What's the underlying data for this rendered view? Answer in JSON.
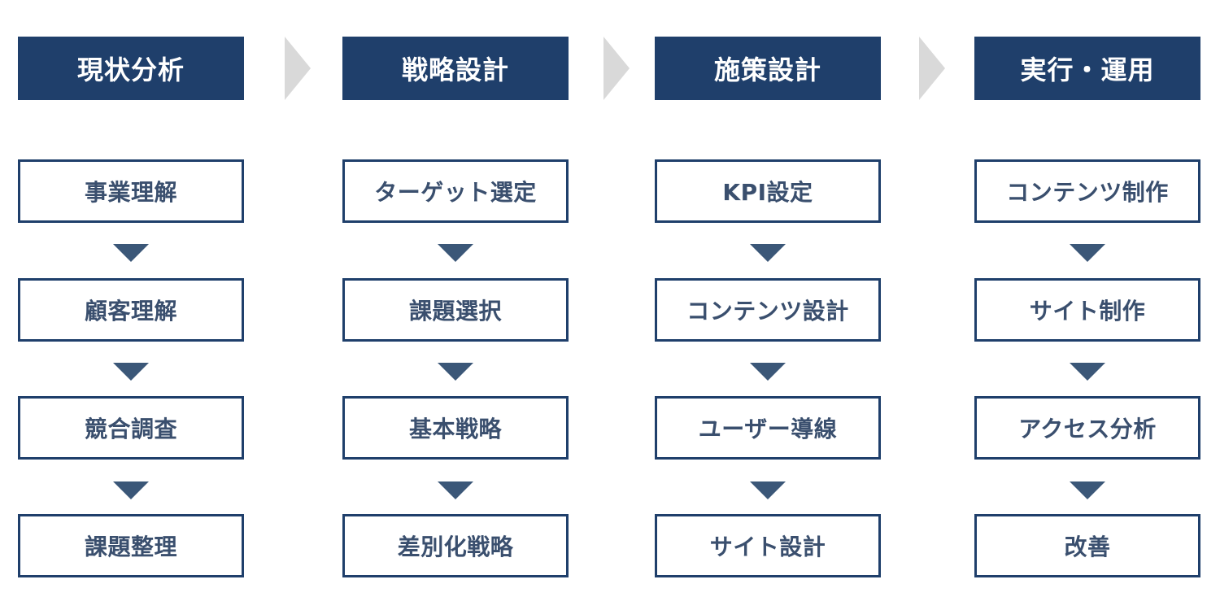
{
  "colors": {
    "header_bg": "#1f3f6b",
    "header_text": "#ffffff",
    "box_border": "#1f3f6b",
    "box_text": "#3a4f6e",
    "down_arrow": "#3b5778",
    "chevron": "#d9d9d9"
  },
  "phases": [
    {
      "title": "現状分析",
      "steps": [
        "事業理解",
        "顧客理解",
        "競合調査",
        "課題整理"
      ]
    },
    {
      "title": "戦略設計",
      "steps": [
        "ターゲット選定",
        "課題選択",
        "基本戦略",
        "差別化戦略"
      ]
    },
    {
      "title": "施策設計",
      "steps": [
        "KPI設定",
        "コンテンツ設計",
        "ユーザー導線",
        "サイト設計"
      ]
    },
    {
      "title": "実行・運用",
      "steps": [
        "コンテンツ制作",
        "サイト制作",
        "アクセス分析",
        "改善"
      ]
    }
  ],
  "icons": {
    "phase_separator": "chevron-right-icon",
    "step_connector": "triangle-down-icon"
  }
}
